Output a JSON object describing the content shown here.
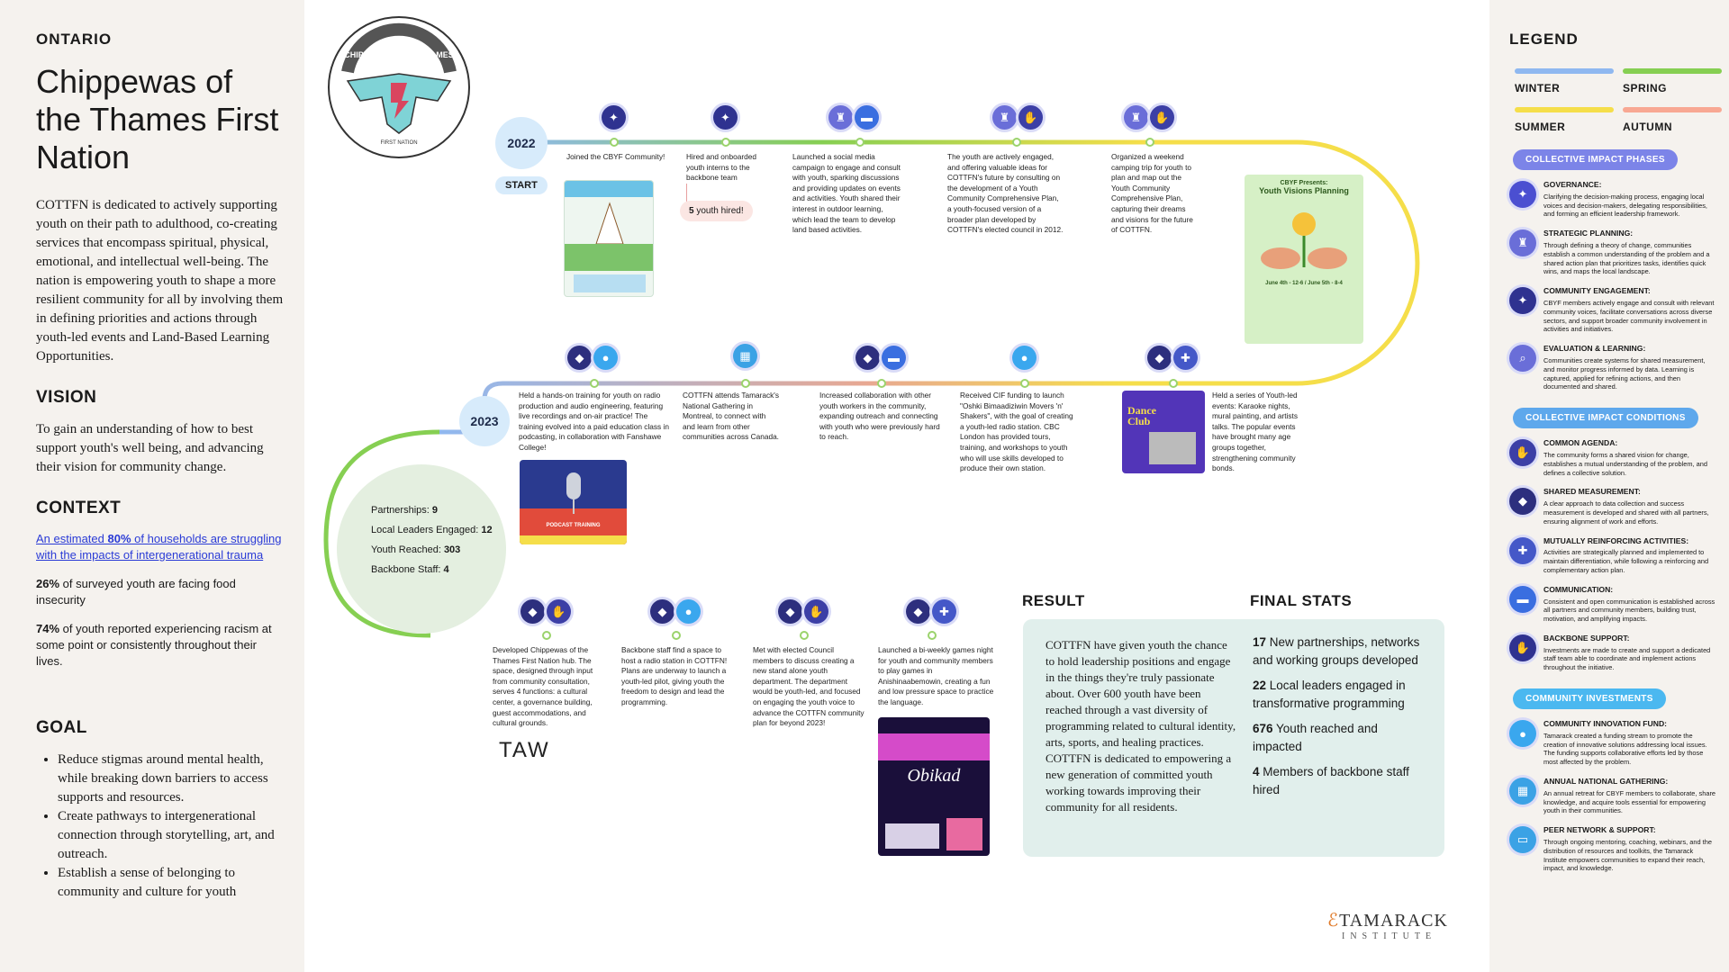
{
  "left": {
    "region": "ONTARIO",
    "title": "Chippewas of the Thames First Nation",
    "intro": "COTTFN is dedicated to actively supporting youth on their path to adulthood, co-creating services that encompass spiritual, physical, emotional, and intellectual well-being. The nation is empowering youth to shape a more resilient community for all by involving them in defining priorities and actions through youth-led events and Land-Based Learning Opportunities.",
    "vision_heading": "VISION",
    "vision": "To gain an understanding of how to best support youth's well being, and advancing their vision for community change.",
    "context_heading": "CONTEXT",
    "context_link_pre": "An estimated ",
    "context_link_bold": "80%",
    "context_link_post": " of households are struggling with the impacts of intergenerational trauma",
    "context_1_bold": "26%",
    "context_1": " of surveyed youth are facing food insecurity",
    "context_2_bold": "74%",
    "context_2": " of youth reported experiencing racism at some point or consistently throughout their lives.",
    "goal_heading": "GOAL",
    "goals": [
      "Reduce stigmas around mental health, while breaking down barriers to access supports and resources.",
      "Create pathways to intergenerational connection through storytelling, art, and outreach.",
      "Establish a sense of belonging to community and culture for youth"
    ]
  },
  "legend": {
    "title": "LEGEND",
    "seasons": [
      {
        "label": "WINTER",
        "color": "#8fb8f0"
      },
      {
        "label": "SPRING",
        "color": "#86cf52"
      },
      {
        "label": "SUMMER",
        "color": "#f5de4a"
      },
      {
        "label": "AUTUMN",
        "color": "#f8a893"
      }
    ],
    "phases_label": "COLLECTIVE IMPACT PHASES",
    "phases": [
      {
        "icon": "governance-icon",
        "title": "GOVERNANCE:",
        "text": "Clarifying the decision-making process, engaging local voices and decision-makers, delegating responsibilities, and forming an efficient leadership framework."
      },
      {
        "icon": "strategic-planning-icon",
        "title": "STRATEGIC PLANNING:",
        "text": "Through defining a theory of change, communities establish a common understanding of the problem and a shared action plan that prioritizes tasks, identifies quick wins, and maps the local landscape."
      },
      {
        "icon": "community-engagement-icon",
        "title": "COMMUNITY ENGAGEMENT:",
        "text": "CBYF members actively engage and consult with relevant community voices, facilitate conversations across diverse sectors, and support broader community involvement in activities and initiatives."
      },
      {
        "icon": "evaluation-learning-icon",
        "title": "EVALUATION & LEARNING:",
        "text": "Communities create systems for shared measurement, and monitor progress informed by data. Learning is captured, applied for refining actions, and then documented and shared."
      }
    ],
    "conditions_label": "COLLECTIVE IMPACT CONDITIONS",
    "conditions": [
      {
        "icon": "common-agenda-icon",
        "title": "COMMON AGENDA:",
        "text": "The community forms a shared vision for change, establishes a mutual understanding of the problem, and defines a collective solution."
      },
      {
        "icon": "shared-measurement-icon",
        "title": "SHARED MEASUREMENT:",
        "text": "A clear approach to data collection and success measurement is developed and shared with all partners, ensuring alignment of work and efforts."
      },
      {
        "icon": "mutually-reinforcing-icon",
        "title": "MUTUALLY REINFORCING ACTIVITIES:",
        "text": "Activities are strategically planned and implemented to maintain differentiation, while following a reinforcing and complementary action plan."
      },
      {
        "icon": "communication-icon",
        "title": "COMMUNICATION:",
        "text": "Consistent and open communication is established across all partners and community members, building trust, motivation, and amplifying impacts."
      },
      {
        "icon": "backbone-support-icon",
        "title": "BACKBONE SUPPORT:",
        "text": "Investments are made to create and support a dedicated staff team able to coordinate and implement actions throughout the initiative."
      }
    ],
    "investments_label": "COMMUNITY INVESTMENTS",
    "investments": [
      {
        "icon": "lightbulb-icon",
        "title": "COMMUNITY INNOVATION FUND:",
        "text": "Tamarack created a funding stream to promote the creation of innovative solutions addressing local issues. The funding supports collaborative efforts led by those most affected by the problem."
      },
      {
        "icon": "calendar-icon",
        "title": "ANNUAL NATIONAL GATHERING:",
        "text": "An annual retreat for CBYF members to collaborate, share knowledge, and acquire tools essential for empowering youth in their communities."
      },
      {
        "icon": "laptop-icon",
        "title": "PEER NETWORK & SUPPORT:",
        "text": "Through ongoing mentoring, coaching, webinars, and the distribution of resources and toolkits, the Tamarack Institute empowers communities to expand their reach, impact, and knowledge."
      }
    ]
  },
  "timeline": {
    "logo_top": "CHIPPEWAS of the THAMES",
    "logo_bottom": "FIRST NATION",
    "year_2022": "2022",
    "start": "START",
    "year_2023": "2023",
    "hired_bold": "5",
    "hired_rest": " youth hired!",
    "events_2022": [
      "Joined the CBYF Community!",
      "Hired and onboarded youth interns to the backbone team",
      "Launched a social media campaign to engage and consult with youth, sparking discussions and providing updates on events and activities. Youth shared their interest in outdoor learning, which lead the team to develop land based activities.",
      "The youth are actively engaged, and offering valuable ideas for COTTFN's future by consulting on the development of a Youth Community Comprehensive Plan, a youth-focused version of a broader plan developed by COTTFN's elected council in 2012.",
      "Organized a weekend camping trip for youth to plan and map out the Youth Community Comprehensive Plan, capturing their dreams and visions for the future of COTTFN."
    ],
    "events_2023": [
      "Held a hands-on training for youth on radio production and audio engineering, featuring live recordings and on-air practice! The training evolved into a paid education class in podcasting, in collaboration with Fanshawe College!",
      "COTTFN attends Tamarack's National Gathering in Montreal, to connect with and learn from other communities across Canada.",
      "Increased collaboration with other youth workers in the community, expanding outreach and connecting with youth who were previously hard to reach.",
      "Received CIF funding to launch \"Oshki Bimaadiziwin Movers 'n' Shakers\", with the goal of creating a youth-led radio station. CBC London has provided tours, training, and workshops to youth who will use skills developed to produce their own station.",
      "Held a series of Youth-led events: Karaoke nights, mural painting, and artists talks. The popular events have brought many age groups together, strengthening community bonds."
    ],
    "events_2024": [
      "Developed Chippewas of the Thames First Nation hub. The space, designed through input from community consultation, serves 4 functions: a cultural center, a governance building, guest accommodations, and cultural grounds.",
      "Backbone staff find a space to host a radio station in COTTFN! Plans are underway to launch a youth-led pilot, giving youth the freedom to design and lead the programming.",
      "Met with elected Council members to discuss creating a new stand alone youth department. The department would be youth-led, and focused on engaging the youth voice to advance the COTTFN community plan for beyond 2023!",
      "Launched a bi-weekly games night for youth and community members to play games in Anishinaabemowin, creating a fun and low pressure space to practice the language."
    ],
    "stats": [
      {
        "label": "Partnerships: ",
        "value": "9"
      },
      {
        "label": "Local Leaders Engaged: ",
        "value": "12"
      },
      {
        "label": "Youth Reached: ",
        "value": "303"
      },
      {
        "label": "Backbone Staff: ",
        "value": "4"
      }
    ],
    "poster_youth_title": "CBYF Presents:",
    "poster_youth_sub": "Youth Visions Planning",
    "poster_youth_dates": "June 4th - 12-6 / June 5th - 8-4",
    "poster_dance": "Dance Club",
    "poster_podcast": "PODCAST TRAINING",
    "poster_obikad": "Obikad",
    "taw_logo": "TAW"
  },
  "result": {
    "heading": "RESULT",
    "text": "COTTFN have given youth the chance to hold leadership positions and engage in the things they're truly passionate about. Over 600 youth have been reached through a vast diversity of programming related to cultural identity, arts, sports, and healing practices. COTTFN is dedicated to empowering a new generation of committed youth working towards improving their community for all residents."
  },
  "final_stats": {
    "heading": "FINAL STATS",
    "items": [
      {
        "value": "17",
        "text": " New partnerships, networks and working groups developed"
      },
      {
        "value": "22",
        "text": " Local leaders engaged in transformative programming"
      },
      {
        "value": "676",
        "text": " Youth reached and impacted"
      },
      {
        "value": "4",
        "text": " Members of backbone staff hired"
      }
    ]
  },
  "footer": {
    "tamarack_1": "TAMARACK",
    "tamarack_2": "INSTITUTE"
  }
}
